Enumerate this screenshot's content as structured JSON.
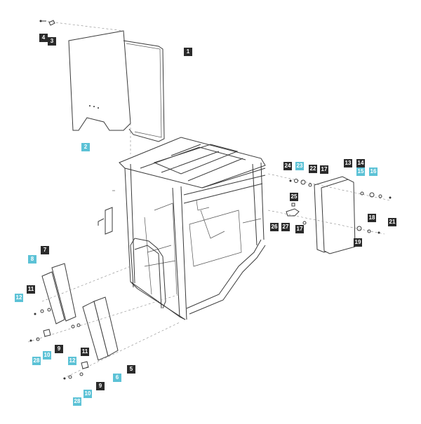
{
  "diagram": {
    "callouts": [
      {
        "id": "c4",
        "text": "4",
        "style": "dark"
      },
      {
        "id": "c3",
        "text": "3",
        "style": "dark"
      },
      {
        "id": "c1",
        "text": "1",
        "style": "dark"
      },
      {
        "id": "c2",
        "text": "2",
        "style": "cyan"
      },
      {
        "id": "c24",
        "text": "24",
        "style": "dark"
      },
      {
        "id": "c23",
        "text": "23",
        "style": "cyan"
      },
      {
        "id": "c22",
        "text": "22",
        "style": "dark"
      },
      {
        "id": "c17a",
        "text": "17",
        "style": "dark"
      },
      {
        "id": "c13",
        "text": "13",
        "style": "dark"
      },
      {
        "id": "c14",
        "text": "14",
        "style": "dark"
      },
      {
        "id": "c15",
        "text": "15",
        "style": "cyan"
      },
      {
        "id": "c16",
        "text": "16",
        "style": "cyan"
      },
      {
        "id": "c25",
        "text": "25",
        "style": "dark"
      },
      {
        "id": "c26",
        "text": "26",
        "style": "dark"
      },
      {
        "id": "c27",
        "text": "27",
        "style": "dark"
      },
      {
        "id": "c17b",
        "text": "17",
        "style": "dark"
      },
      {
        "id": "c18",
        "text": "18",
        "style": "dark"
      },
      {
        "id": "c21",
        "text": "21",
        "style": "dark"
      },
      {
        "id": "c19",
        "text": "19",
        "style": "dark"
      },
      {
        "id": "c7",
        "text": "7",
        "style": "dark"
      },
      {
        "id": "c8",
        "text": "8",
        "style": "cyan"
      },
      {
        "id": "c11a",
        "text": "11",
        "style": "dark"
      },
      {
        "id": "c12a",
        "text": "12",
        "style": "cyan"
      },
      {
        "id": "c9a",
        "text": "9",
        "style": "dark"
      },
      {
        "id": "c11b",
        "text": "11",
        "style": "dark"
      },
      {
        "id": "c10a",
        "text": "10",
        "style": "cyan"
      },
      {
        "id": "c28a",
        "text": "28",
        "style": "cyan"
      },
      {
        "id": "c12b",
        "text": "12",
        "style": "cyan"
      },
      {
        "id": "c5",
        "text": "5",
        "style": "dark"
      },
      {
        "id": "c6",
        "text": "6",
        "style": "cyan"
      },
      {
        "id": "c9b",
        "text": "9",
        "style": "dark"
      },
      {
        "id": "c10b",
        "text": "10",
        "style": "cyan"
      },
      {
        "id": "c28b",
        "text": "28",
        "style": "cyan"
      }
    ],
    "colors": {
      "dark": "#2b2b2b",
      "cyan": "#5cc2d6"
    }
  }
}
